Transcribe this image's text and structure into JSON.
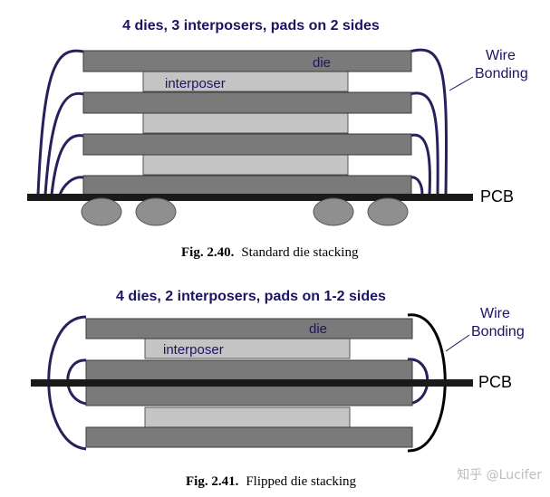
{
  "figure1": {
    "title": "4 dies, 3 interposers, pads on 2 sides",
    "die_label": "die",
    "interposer_label": "interposer",
    "callout_wire_line1": "Wire",
    "callout_wire_line2": "Bonding",
    "pcb_label": "PCB",
    "caption_bold": "Fig. 2.40.",
    "caption_text": "Standard die stacking"
  },
  "figure2": {
    "title": "4 dies, 2 interposers, pads on 1-2 sides",
    "die_label": "die",
    "interposer_label": "interposer",
    "callout_wire_line1": "Wire",
    "callout_wire_line2": "Bonding",
    "pcb_label": "PCB",
    "caption_bold": "Fig. 2.41.",
    "caption_text": "Flipped die stacking"
  },
  "watermark": "知乎 @Lucifer",
  "colors": {
    "die": "#7a7a7a",
    "interposer": "#c4c4c4",
    "wire": "#2a1f5c",
    "text_blue": "#1b1464"
  }
}
